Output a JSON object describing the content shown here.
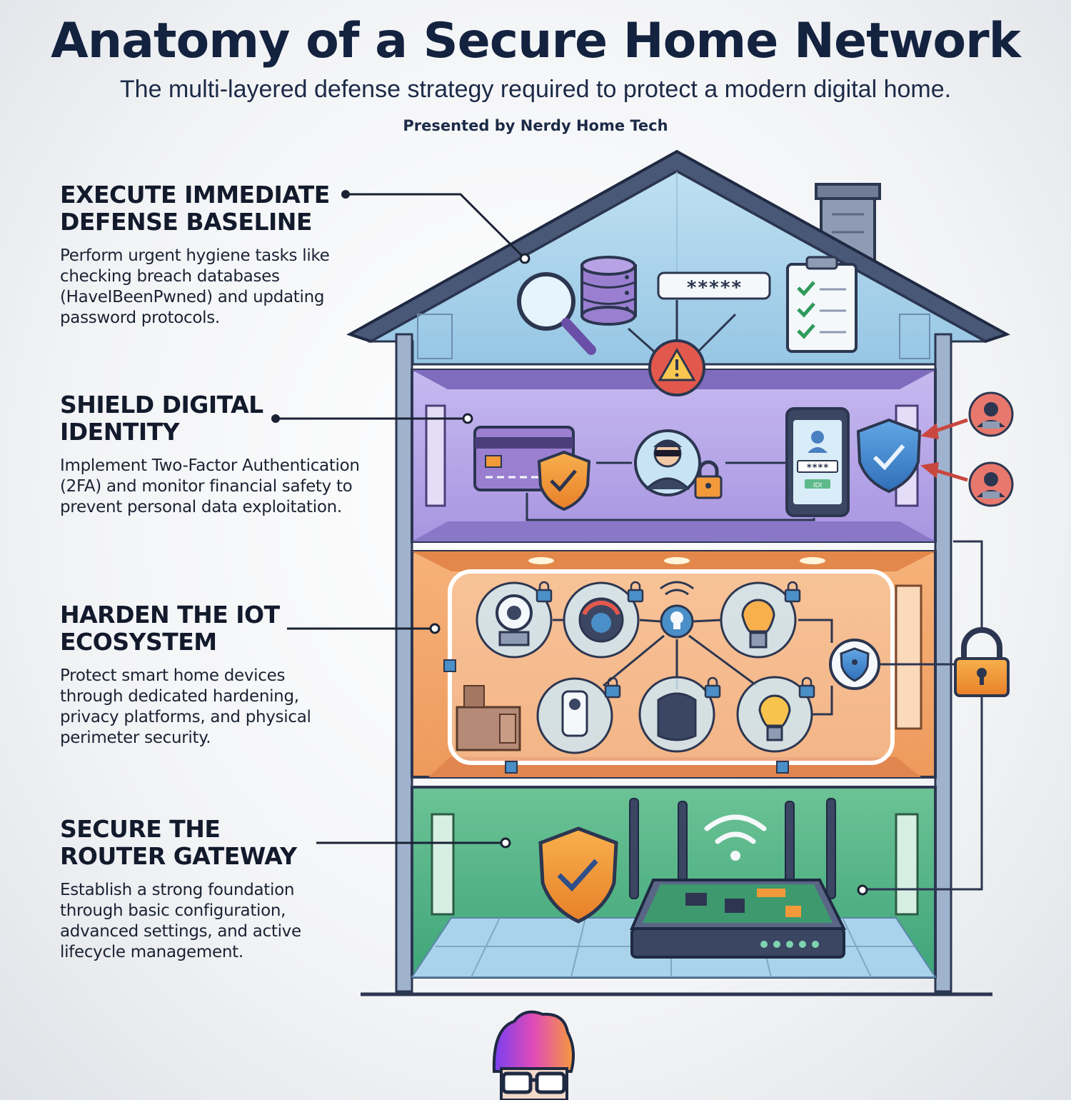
{
  "header": {
    "title": "Anatomy of a Secure Home Network",
    "subtitle": "The multi-layered defense strategy required to protect a modern digital home.",
    "presented_by": "Presented by Nerdy Home Tech"
  },
  "sections": [
    {
      "heading_line1": "EXECUTE IMMEDIATE",
      "heading_line2": "DEFENSE BASELINE",
      "description": "Perform urgent hygiene tasks like checking breach databases (HaveIBeenPwned) and updating password protocols."
    },
    {
      "heading_line1": "SHIELD DIGITAL",
      "heading_line2": "IDENTITY",
      "description": "Implement Two-Factor Authentication (2FA) and monitor financial safety to prevent personal data exploitation."
    },
    {
      "heading_line1": "HARDEN THE IOT",
      "heading_line2": "ECOSYSTEM",
      "description": "Protect smart home devices through dedicated hardening, privacy platforms, and physical perimeter security."
    },
    {
      "heading_line1": "SECURE THE",
      "heading_line2": "ROUTER GATEWAY",
      "description": "Establish a strong foundation through basic configuration, advanced settings, and active lifecycle management."
    }
  ],
  "illustration": {
    "password_field": "*****",
    "phone_pin": "****",
    "phone_button": "IDI",
    "colors": {
      "attic": "#a9d3ea",
      "identity_floor": "#b6a6e6",
      "iot_floor": "#f1a56a",
      "router_floor": "#5fb98a",
      "wall": "#8aa3c4",
      "roof": "#4b5a78",
      "shield_orange": "#f29a3a",
      "shield_blue": "#3f86d1",
      "alert_red": "#e3584c"
    },
    "icons": [
      "magnifier-icon",
      "database-icon",
      "checklist-icon",
      "alert-icon",
      "credit-card-icon",
      "hacker-icon",
      "padlock-icon",
      "smartphone-icon",
      "shield-check-icon",
      "camera-icon",
      "thermostat-icon",
      "wifi-icon",
      "smart-bulb-icon",
      "security-camera-icon",
      "smart-speaker-icon",
      "router-icon",
      "brand-logo-icon"
    ]
  }
}
